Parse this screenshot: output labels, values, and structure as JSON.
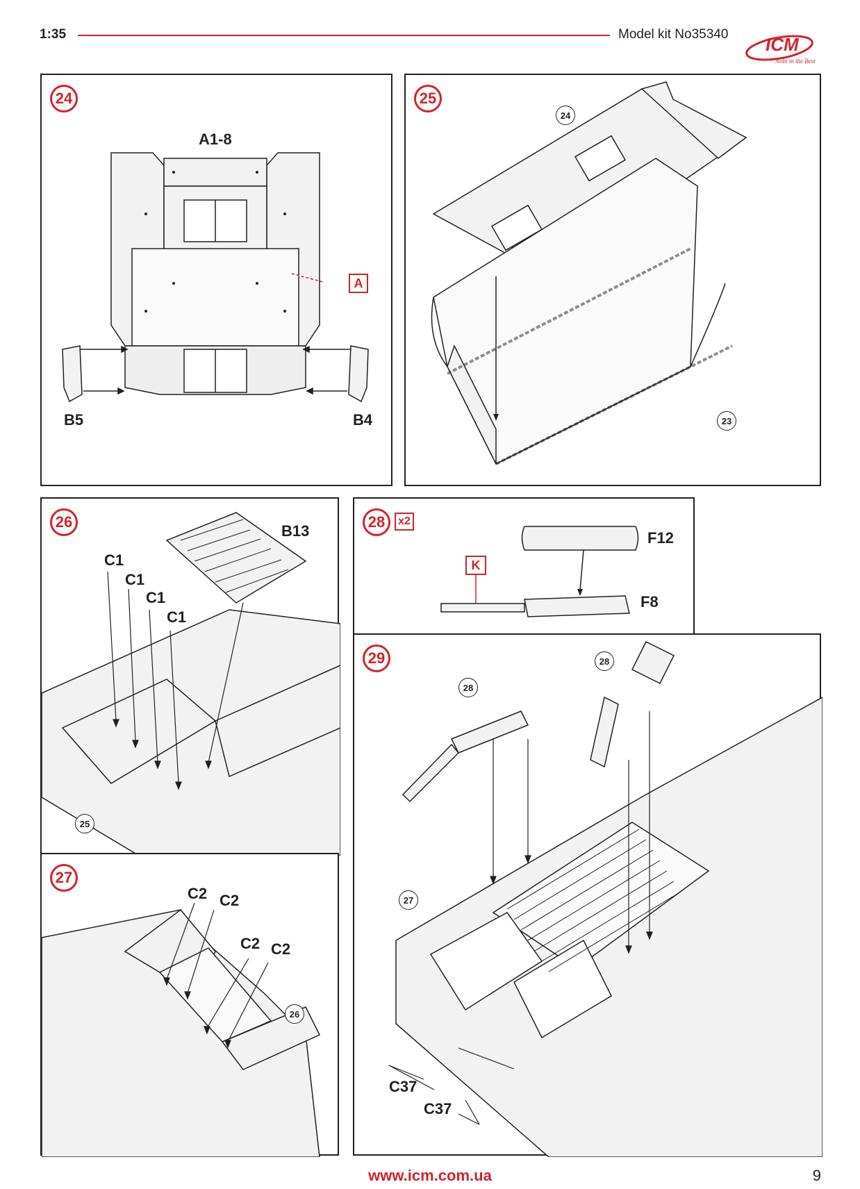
{
  "header": {
    "scale": "1:35",
    "kit_number": "Model kit No35340",
    "logo_text": "ICM",
    "logo_tagline": "Nobi in the Best"
  },
  "steps": {
    "s24": {
      "number": "24",
      "labels": {
        "a18": "A1-8",
        "a": "A",
        "b5": "B5",
        "b4": "B4"
      }
    },
    "s25": {
      "number": "25",
      "refs": {
        "r24": "24",
        "r23": "23"
      }
    },
    "s26": {
      "number": "26",
      "labels": {
        "b13": "B13",
        "c1": "C1"
      },
      "refs": {
        "r25": "25"
      }
    },
    "s27": {
      "number": "27",
      "labels": {
        "c2": "C2"
      },
      "refs": {
        "r26": "26"
      }
    },
    "s28": {
      "number": "28",
      "multiplier": "x2",
      "labels": {
        "f12": "F12",
        "k": "K",
        "f8": "F8"
      }
    },
    "s29": {
      "number": "29",
      "labels": {
        "c37": "C37"
      },
      "refs": {
        "r28": "28",
        "r27": "27"
      }
    }
  },
  "footer": {
    "url": "www.icm.com.ua",
    "page": "9"
  },
  "colors": {
    "accent": "#d2232a",
    "ink": "#231f20"
  }
}
